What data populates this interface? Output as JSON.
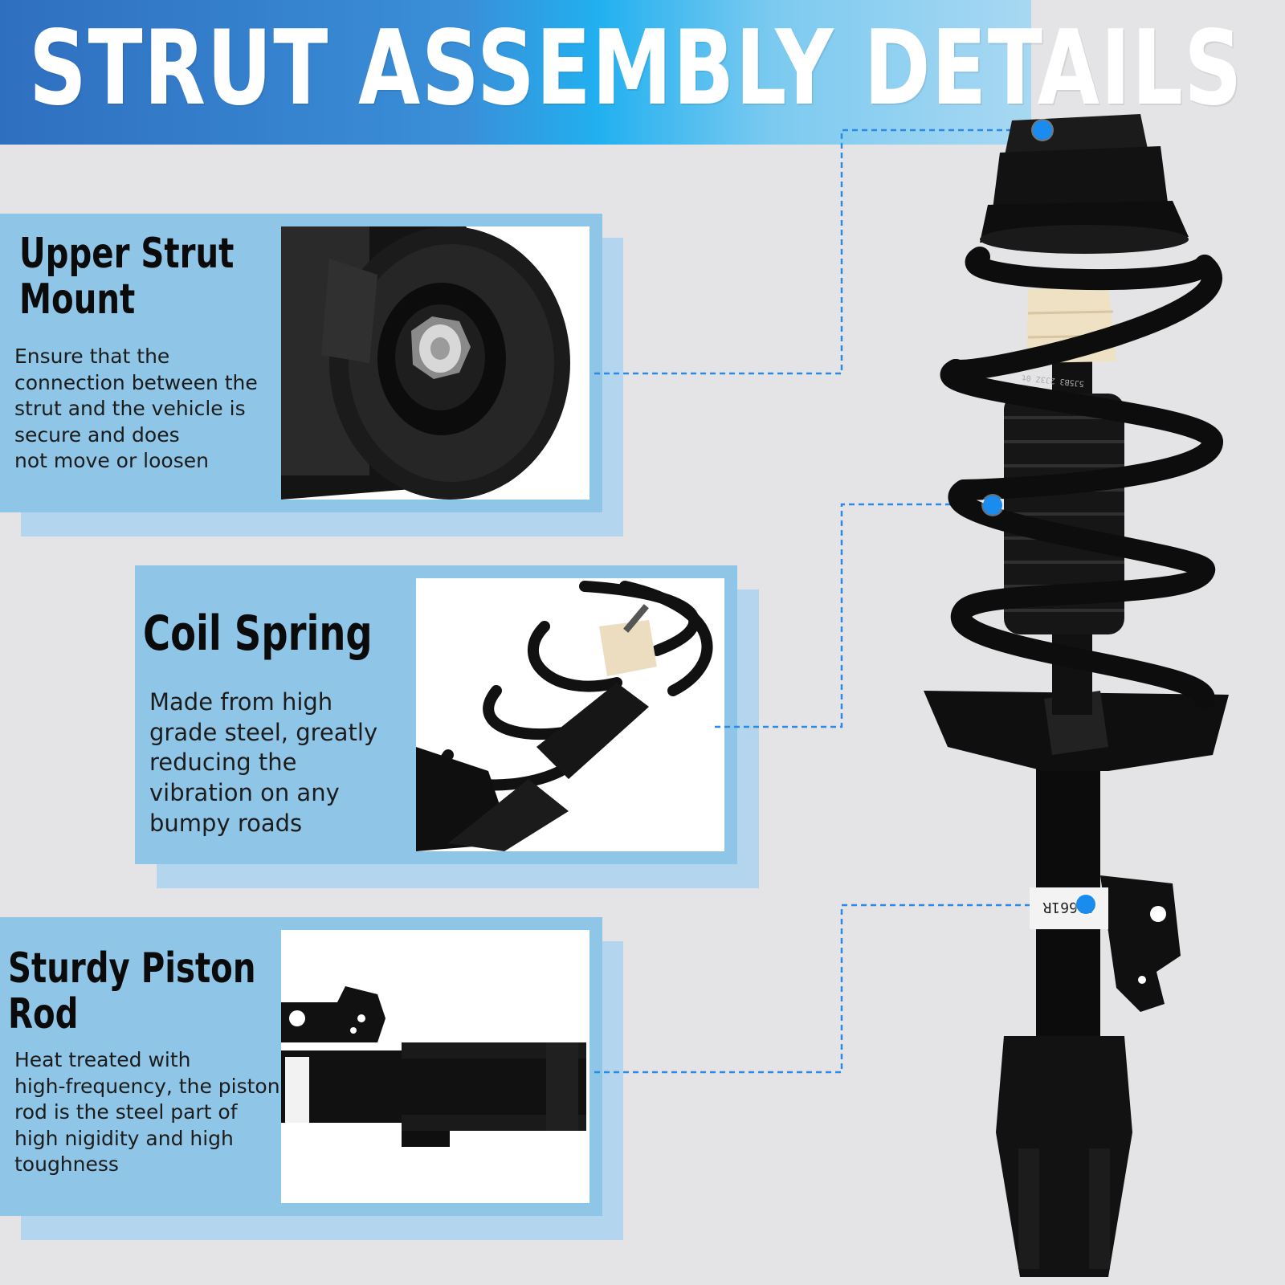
{
  "banner": {
    "title": "STRUT ASSEMBLY DETAILS"
  },
  "cards": [
    {
      "title": "Upper  Strut\nMount",
      "description": "Ensure that the\nconnection between the\nstrut and the vehicle is\nsecure and does\nnot move or loosen"
    },
    {
      "title": "Coil  Spring",
      "description": "Made from high\ngrade steel, greatly\nreducing the\nvibration on any\nbumpy roads"
    },
    {
      "title": "Sturdy  Piston\nRod",
      "description": "Heat treated with\nhigh-frequency, the piston\nrod is the steel part of\nhigh nigidity and high\ntoughness"
    }
  ],
  "strut_label": "A1661R",
  "spring_marking": "5J5B3 2J3Z 0t",
  "colors": {
    "accent": "#1a8cf0",
    "card": "#8fc5e6",
    "card_shadow": "#b3d6ee",
    "background": "#e4e4e6"
  }
}
